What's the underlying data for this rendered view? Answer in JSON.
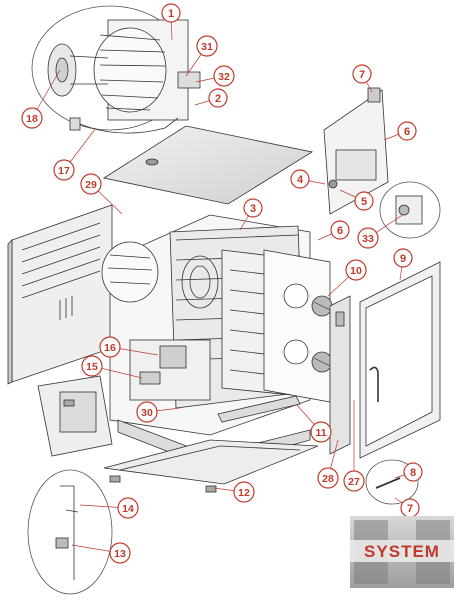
{
  "callouts": [
    {
      "id": "1",
      "label": "1"
    },
    {
      "id": "2",
      "label": "2"
    },
    {
      "id": "3",
      "label": "3"
    },
    {
      "id": "4",
      "label": "4"
    },
    {
      "id": "5",
      "label": "5"
    },
    {
      "id": "6a",
      "label": "6"
    },
    {
      "id": "6b",
      "label": "6"
    },
    {
      "id": "7a",
      "label": "7"
    },
    {
      "id": "7b",
      "label": "7"
    },
    {
      "id": "8",
      "label": "8"
    },
    {
      "id": "9",
      "label": "9"
    },
    {
      "id": "10",
      "label": "10"
    },
    {
      "id": "11",
      "label": "11"
    },
    {
      "id": "12",
      "label": "12"
    },
    {
      "id": "13",
      "label": "13"
    },
    {
      "id": "14",
      "label": "14"
    },
    {
      "id": "15",
      "label": "15"
    },
    {
      "id": "16",
      "label": "16"
    },
    {
      "id": "17",
      "label": "17"
    },
    {
      "id": "18",
      "label": "18"
    },
    {
      "id": "27",
      "label": "27"
    },
    {
      "id": "28",
      "label": "28"
    },
    {
      "id": "29",
      "label": "29"
    },
    {
      "id": "30",
      "label": "30"
    },
    {
      "id": "31",
      "label": "31"
    },
    {
      "id": "32",
      "label": "32"
    },
    {
      "id": "33",
      "label": "33"
    }
  ],
  "logo": {
    "text": "SYSTEM",
    "icon": "system-logo"
  },
  "colors": {
    "callout": "#c0392b",
    "line": "#333333",
    "panel": "#e4e4e4",
    "logo_bg": "#bdbdbd"
  }
}
